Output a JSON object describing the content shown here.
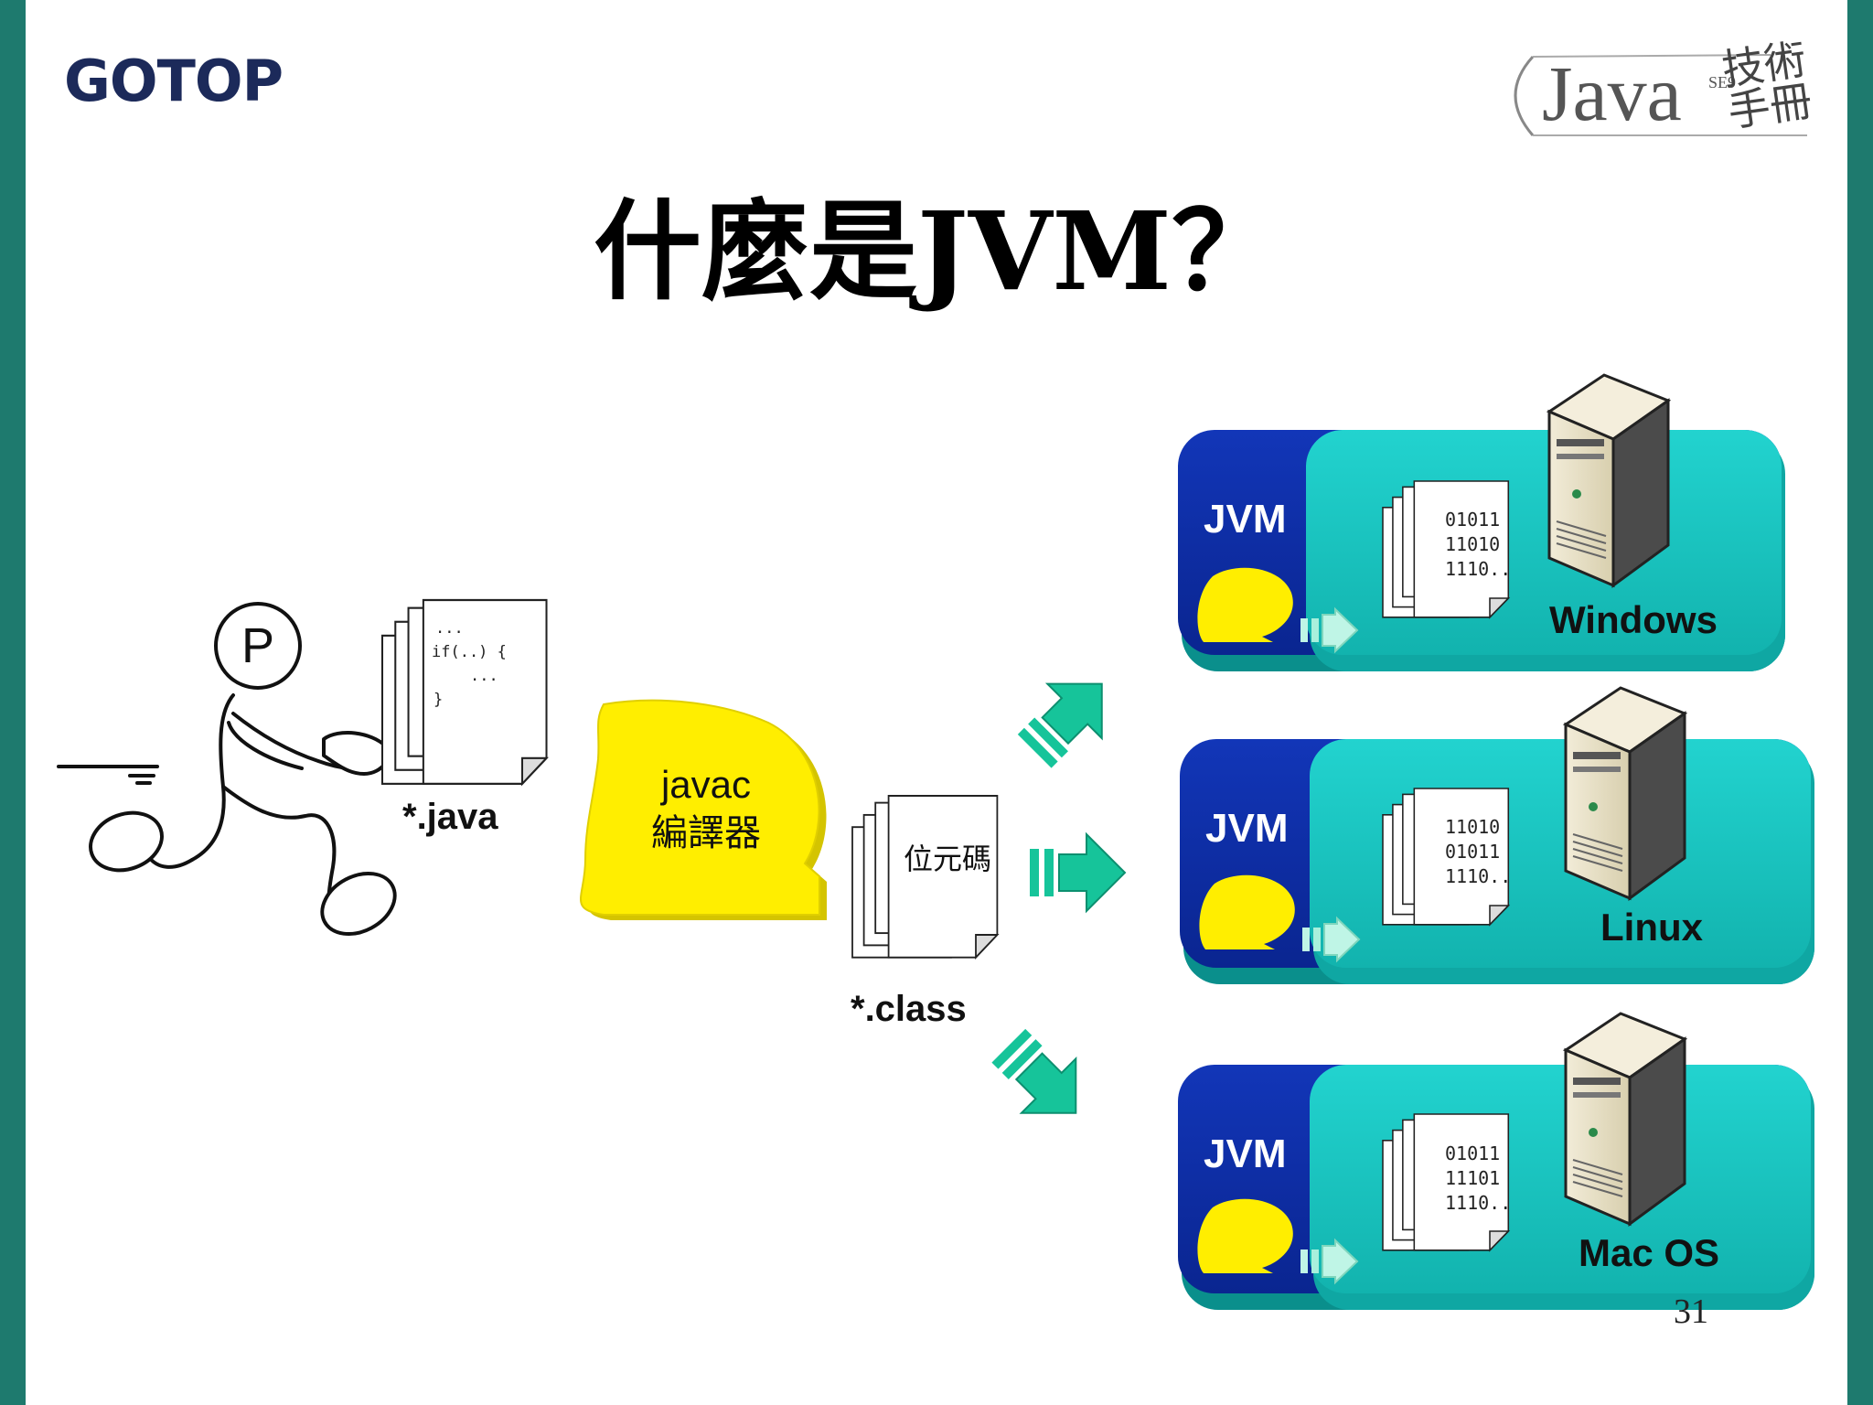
{
  "header": {
    "brand": "GOTOP",
    "series_word": "Java",
    "series_sup": "SE9",
    "series_sub": "技術手冊"
  },
  "title": "什麼是JVM？",
  "diagram": {
    "person_label": "P",
    "source_code_lines": [
      "...",
      "if(..) {",
      "...",
      "}"
    ],
    "source_label": "*.java",
    "compiler_line1": "javac",
    "compiler_line2": "編譯器",
    "bytecode_doc": "位元碼",
    "class_label": "*.class",
    "platforms": [
      {
        "jvm": "JVM",
        "bits": [
          "01011",
          "11010",
          "1110.."
        ],
        "os": "Windows"
      },
      {
        "jvm": "JVM",
        "bits": [
          "11010",
          "01011",
          "1110.."
        ],
        "os": "Linux"
      },
      {
        "jvm": "JVM",
        "bits": [
          "01011",
          "11101",
          "1110.."
        ],
        "os": "Mac OS"
      }
    ]
  },
  "colors": {
    "accent_teal": "#1e7a6e",
    "jvm_blue": "#0b2ea0",
    "os_cyan": "#18c6c2",
    "compiler_yellow": "#ffee00",
    "arrow_green": "#16c49a"
  },
  "footer": {
    "page_number": "31"
  }
}
